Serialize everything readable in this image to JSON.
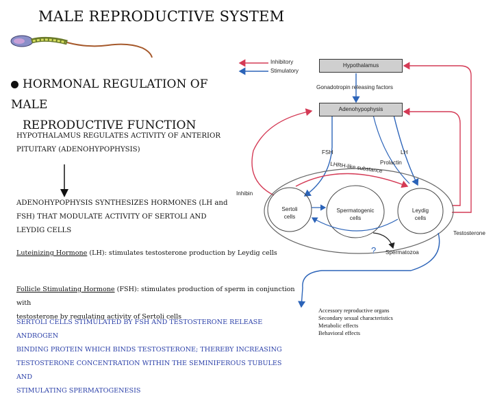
{
  "title": "MALE REPRODUCTIVE SYSTEM",
  "heading": {
    "line1": "HORMONAL REGULATION OF MALE",
    "line2": "REPRODUCTIVE FUNCTION"
  },
  "paragraph1": {
    "line1": "HYPOTHALAMUS REGULATES ACTIVITY OF ANTERIOR",
    "line2": "PITUITARY (ADENOHYPOPHYSIS)"
  },
  "paragraph2": {
    "line1": "ADENOHYPOPHYSIS SYNTHESIZES HORMONES (LH and",
    "line2": "FSH) THAT MODULATE ACTIVITY OF SERTOLI AND",
    "line3": "LEYDIG CELLS"
  },
  "lh_text": {
    "term": "Luteinizing Hormone",
    "rest": " (LH): stimulates testosterone production by Leydig cells"
  },
  "fsh_text": {
    "term": "Follicle Stimulating Hormone",
    "rest": " (FSH): stimulates production of sperm in conjunction with",
    "line2": "testosterone by regulating activity of Sertoli cells"
  },
  "sertoli_text": {
    "line1": "SERTOLI CELLS STIMULATED BY FSH AND TESTOSTERONE RELEASE ANDROGEN",
    "line2": "BINDING PROTEIN WHICH BINDS TESTOSTERONE; THEREBY INCREASING",
    "line3": "TESTOSTERONE CONCENTRATION WITHIN THE SEMINIFEROUS TUBULES AND",
    "line4": "STIMULATING SPERMATOGENESIS"
  },
  "diagram": {
    "legend_inhibitory": "Inhibitory",
    "legend_stimulatory": "Stimulatory",
    "hypothalamus": "Hypothalamus",
    "gnrf": "Gonadotropin releasing factors",
    "adenohypophysis": "Adenohypophysis",
    "fsh": "FSH",
    "lh": "LH",
    "prolactin": "Prolactin",
    "lhrh": "LHRH-like substance",
    "inhibin": "Inhibin",
    "sertoli": {
      "line1": "Sertoli",
      "line2": "cells"
    },
    "spermatogenic": {
      "line1": "Spermatogenic",
      "line2": "cells"
    },
    "leydig": {
      "line1": "Leydig",
      "line2": "cells"
    },
    "testosterone": "Testosterone",
    "question": "?",
    "spermatozoa": "Spermatozoa",
    "outcomes": [
      "Accessory reproductive organs",
      "Secondary sexual characteristics",
      "Metabolic effects",
      "Behavioral effects"
    ]
  },
  "colors": {
    "inhibitory": "#d43a55",
    "stimulatory": "#2b63b8",
    "box_fill": "#cfcfcf",
    "accent_text": "#2a3fa8"
  }
}
